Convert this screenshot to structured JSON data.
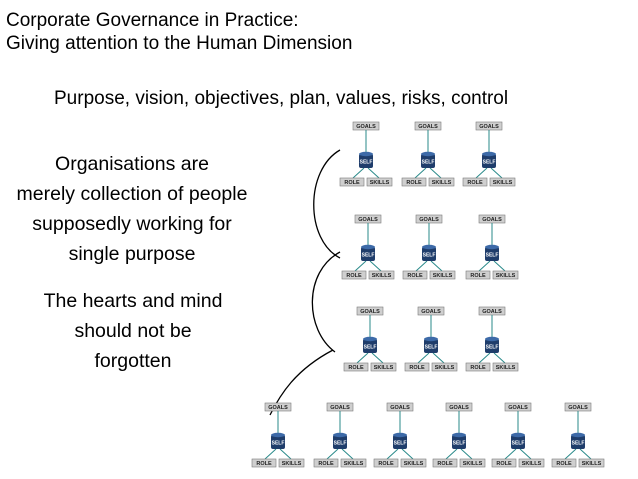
{
  "header": {
    "title_line1": "Corporate Governance in Practice:",
    "title_line2": "Giving attention to the Human Dimension"
  },
  "subtitle": "Purpose, vision, objectives, plan, values, risks, control",
  "left_text": {
    "para1": [
      "Organisations are",
      "merely collection of people",
      "supposedly working for",
      "single purpose"
    ],
    "para2": [
      "The hearts and mind",
      "should not be",
      "forgotten"
    ]
  },
  "unit_labels": {
    "top": "GOALS",
    "center": "SELF",
    "left": "ROLE",
    "right": "SKILLS"
  },
  "colors": {
    "box_fill": "#cfcfcf",
    "box_stroke": "#7a7a7a",
    "self_fill": "#1f3d6b",
    "connector": "#2a8a8a",
    "bracket": "#000000"
  }
}
